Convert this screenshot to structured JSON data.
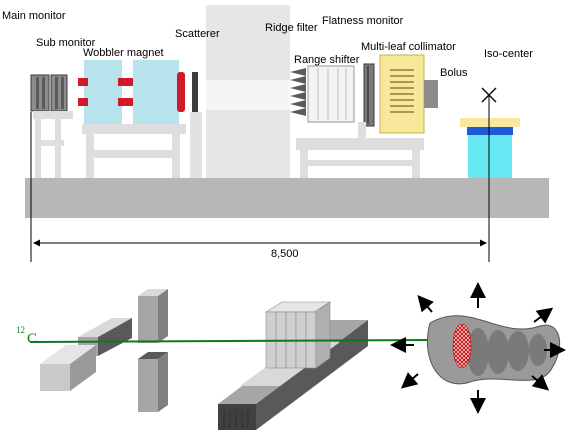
{
  "top_labels": {
    "main_monitor": "Main monitor",
    "sub_monitor": "Sub monitor",
    "wobbler_magnet": "Wobbler magnet",
    "scatterer": "Scatterer",
    "ridge_filter": "Ridge filter",
    "flatness_monitor": "Flatness monitor",
    "range_shifter": "Range shifter",
    "multi_leaf_collimator": "Multi-leaf collimator",
    "bolus": "Bolus",
    "iso_center": "Iso-center"
  },
  "dimension": {
    "length": "8,500"
  },
  "beam": {
    "isotope_mass": "12",
    "element": "C"
  },
  "colors": {
    "gray_light": "#d9d9d9",
    "gray_mid": "#a6a6a6",
    "gray_dark": "#595959",
    "cyan": "#66e0f0",
    "blue": "#1f5bd6",
    "yellow": "#f7e7a1",
    "red": "#c00000",
    "beam_green": "#0a7a1a"
  }
}
